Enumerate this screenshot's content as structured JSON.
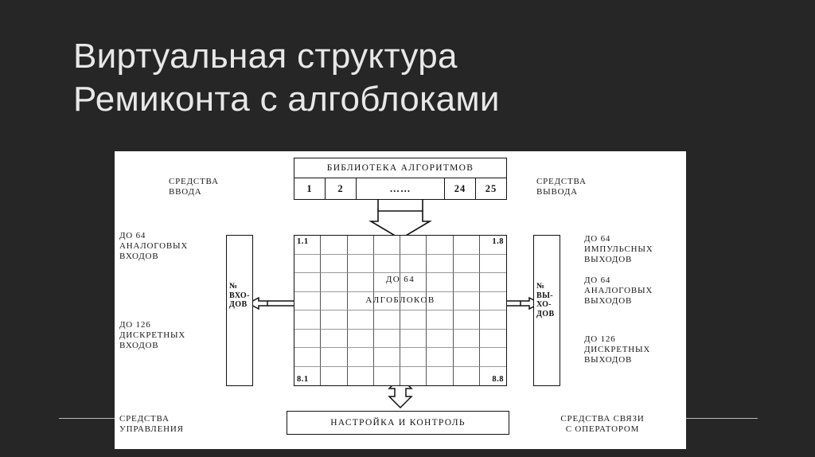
{
  "slide": {
    "title": "Виртуальная структура\nРемиконта с алгоблоками",
    "background_color": "#262626",
    "title_color": "#e8e8e8",
    "panel_color": "#ffffff"
  },
  "diagram": {
    "library": {
      "title": "БИБЛИОТЕКА АЛГОРИТМОВ",
      "cells": [
        "1",
        "2",
        "……",
        "24",
        "25"
      ]
    },
    "labels": {
      "input_means": "СРЕДСТВА\nВВОДА",
      "output_means": "СРЕДСТВА\nВЫВОДА",
      "analog_inputs": "ДО 64\nАНАЛОГОВЫХ\nВХОДОВ",
      "discrete_inputs": "ДО 126\nДИСКРЕТНЫХ\nВХОДОВ",
      "pulse_outputs": "ДО 64\nИМПУЛЬСНЫХ\nВЫХОДОВ",
      "analog_outputs": "ДО 64\nАНАЛОГОВЫХ\nВЫХОДОВ",
      "discrete_outputs": "ДО 126\nДИСКРЕТНЫХ\nВЫХОДОВ",
      "control_means": "СРЕДСТВА\nУПРАВЛЕНИЯ",
      "operator_link": "СРЕДСТВА СВЯЗИ\nС ОПЕРАТОРОМ"
    },
    "input_box": "№\nВХО-\nДОВ",
    "output_box": "№\nВЫ-\nХО-\nДОВ",
    "algoblock_grid": {
      "center_text": "ДО     64\nАЛГОБЛОКОВ",
      "top_left_tag": "1.1",
      "top_right_tag": "1.8",
      "bottom_left_tag": "8.1",
      "bottom_right_tag": "8.8",
      "rows": 8,
      "columns": 8
    },
    "bottom_box": "НАСТРОЙКА И КОНТРОЛЬ"
  }
}
